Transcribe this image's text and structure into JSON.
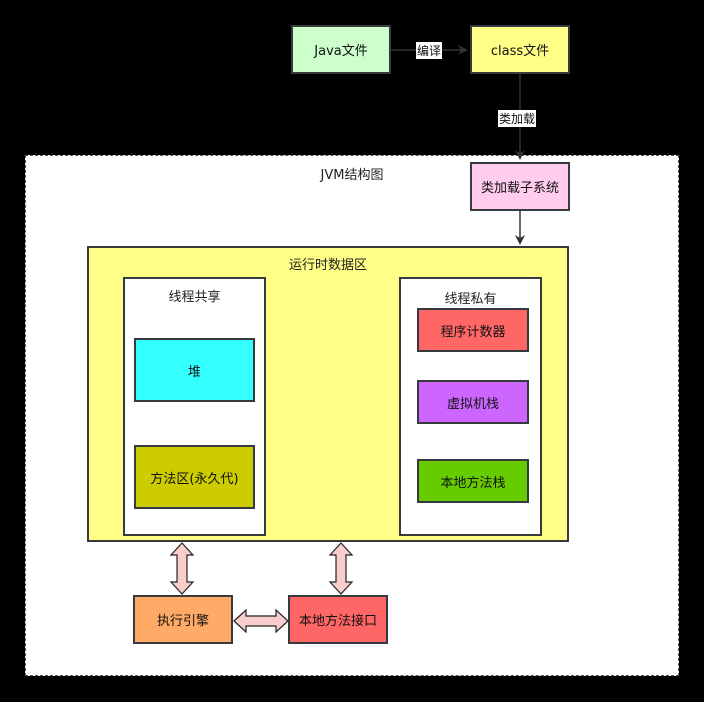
{
  "diagram": {
    "top": {
      "java_file": "Java文件",
      "compile_label": "编译",
      "class_file": "class文件",
      "load_label": "类加载"
    },
    "jvm": {
      "title": "JVM结构图",
      "classloader": "类加载子系统",
      "runtime": {
        "title": "运行时数据区",
        "shared": {
          "title": "线程共享",
          "heap": "堆",
          "method_area": "方法区(永久代)"
        },
        "private": {
          "title": "线程私有",
          "pc": "程序计数器",
          "vm_stack": "虚拟机栈",
          "native_stack": "本地方法栈"
        }
      },
      "engine": "执行引擎",
      "native_interface": "本地方法接口"
    },
    "colors": {
      "java": "#ccffcc",
      "class": "#ffff88",
      "classloader": "#ffccee",
      "runtime": "#ffff88",
      "heap": "#33ffff",
      "method_area": "#cccc00",
      "pc": "#ff6666",
      "vm_stack": "#cc66ff",
      "native_stack": "#66cc00",
      "engine": "#ffaa66",
      "native_interface": "#ff6666",
      "bidir_arrow": "#f8cecc"
    }
  }
}
